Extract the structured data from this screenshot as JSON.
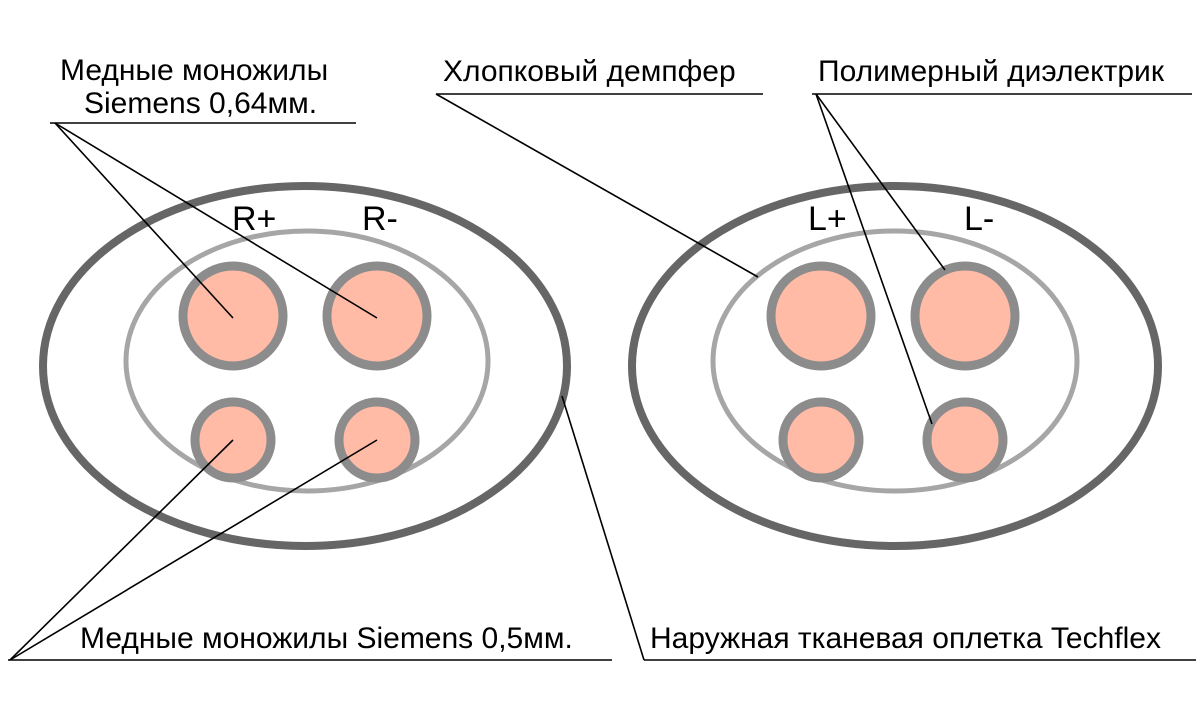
{
  "labels": {
    "copper_064_line1": "Медные моножилы",
    "copper_064_line2": "Siemens 0,64мм.",
    "cotton_damper": "Хлопковый демпфер",
    "polymer_dielectric": "Полимерный диэлектрик",
    "copper_05": "Медные моножилы Siemens 0,5мм.",
    "outer_braid": "Наружная тканевая оплетка Techflex"
  },
  "polarity": {
    "r_plus": "R+",
    "r_minus": "R-",
    "l_plus": "L+",
    "l_minus": "L-"
  },
  "colors": {
    "copper": "#ffbba6",
    "dielectric": "#8c8c8c",
    "damper": "#a6a6a6",
    "braid": "#666666"
  }
}
